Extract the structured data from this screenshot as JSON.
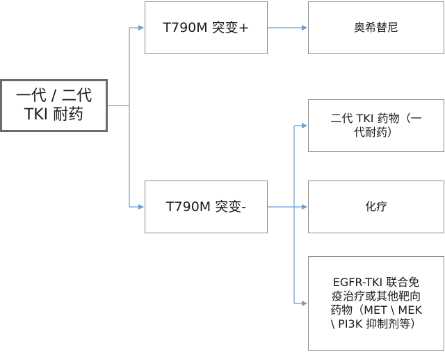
{
  "diagram": {
    "root": {
      "label": "一代 / 二代\nTKI 耐药"
    },
    "branch_positive": {
      "label": "T790M 突变+"
    },
    "branch_negative": {
      "label": "T790M 突变-"
    },
    "outcomes_positive": [
      {
        "label": "奥希替尼"
      }
    ],
    "outcomes_negative": [
      {
        "label": "二代 TKI 药物（一\n代耐药）"
      },
      {
        "label": "化疗"
      },
      {
        "label": "EGFR-TKI 联合免\n疫治疗或其他靶向\n药物（MET \\ MEK\n\\ PI3K 抑制剂等）"
      }
    ],
    "connector_color": "#6a9fd0"
  }
}
